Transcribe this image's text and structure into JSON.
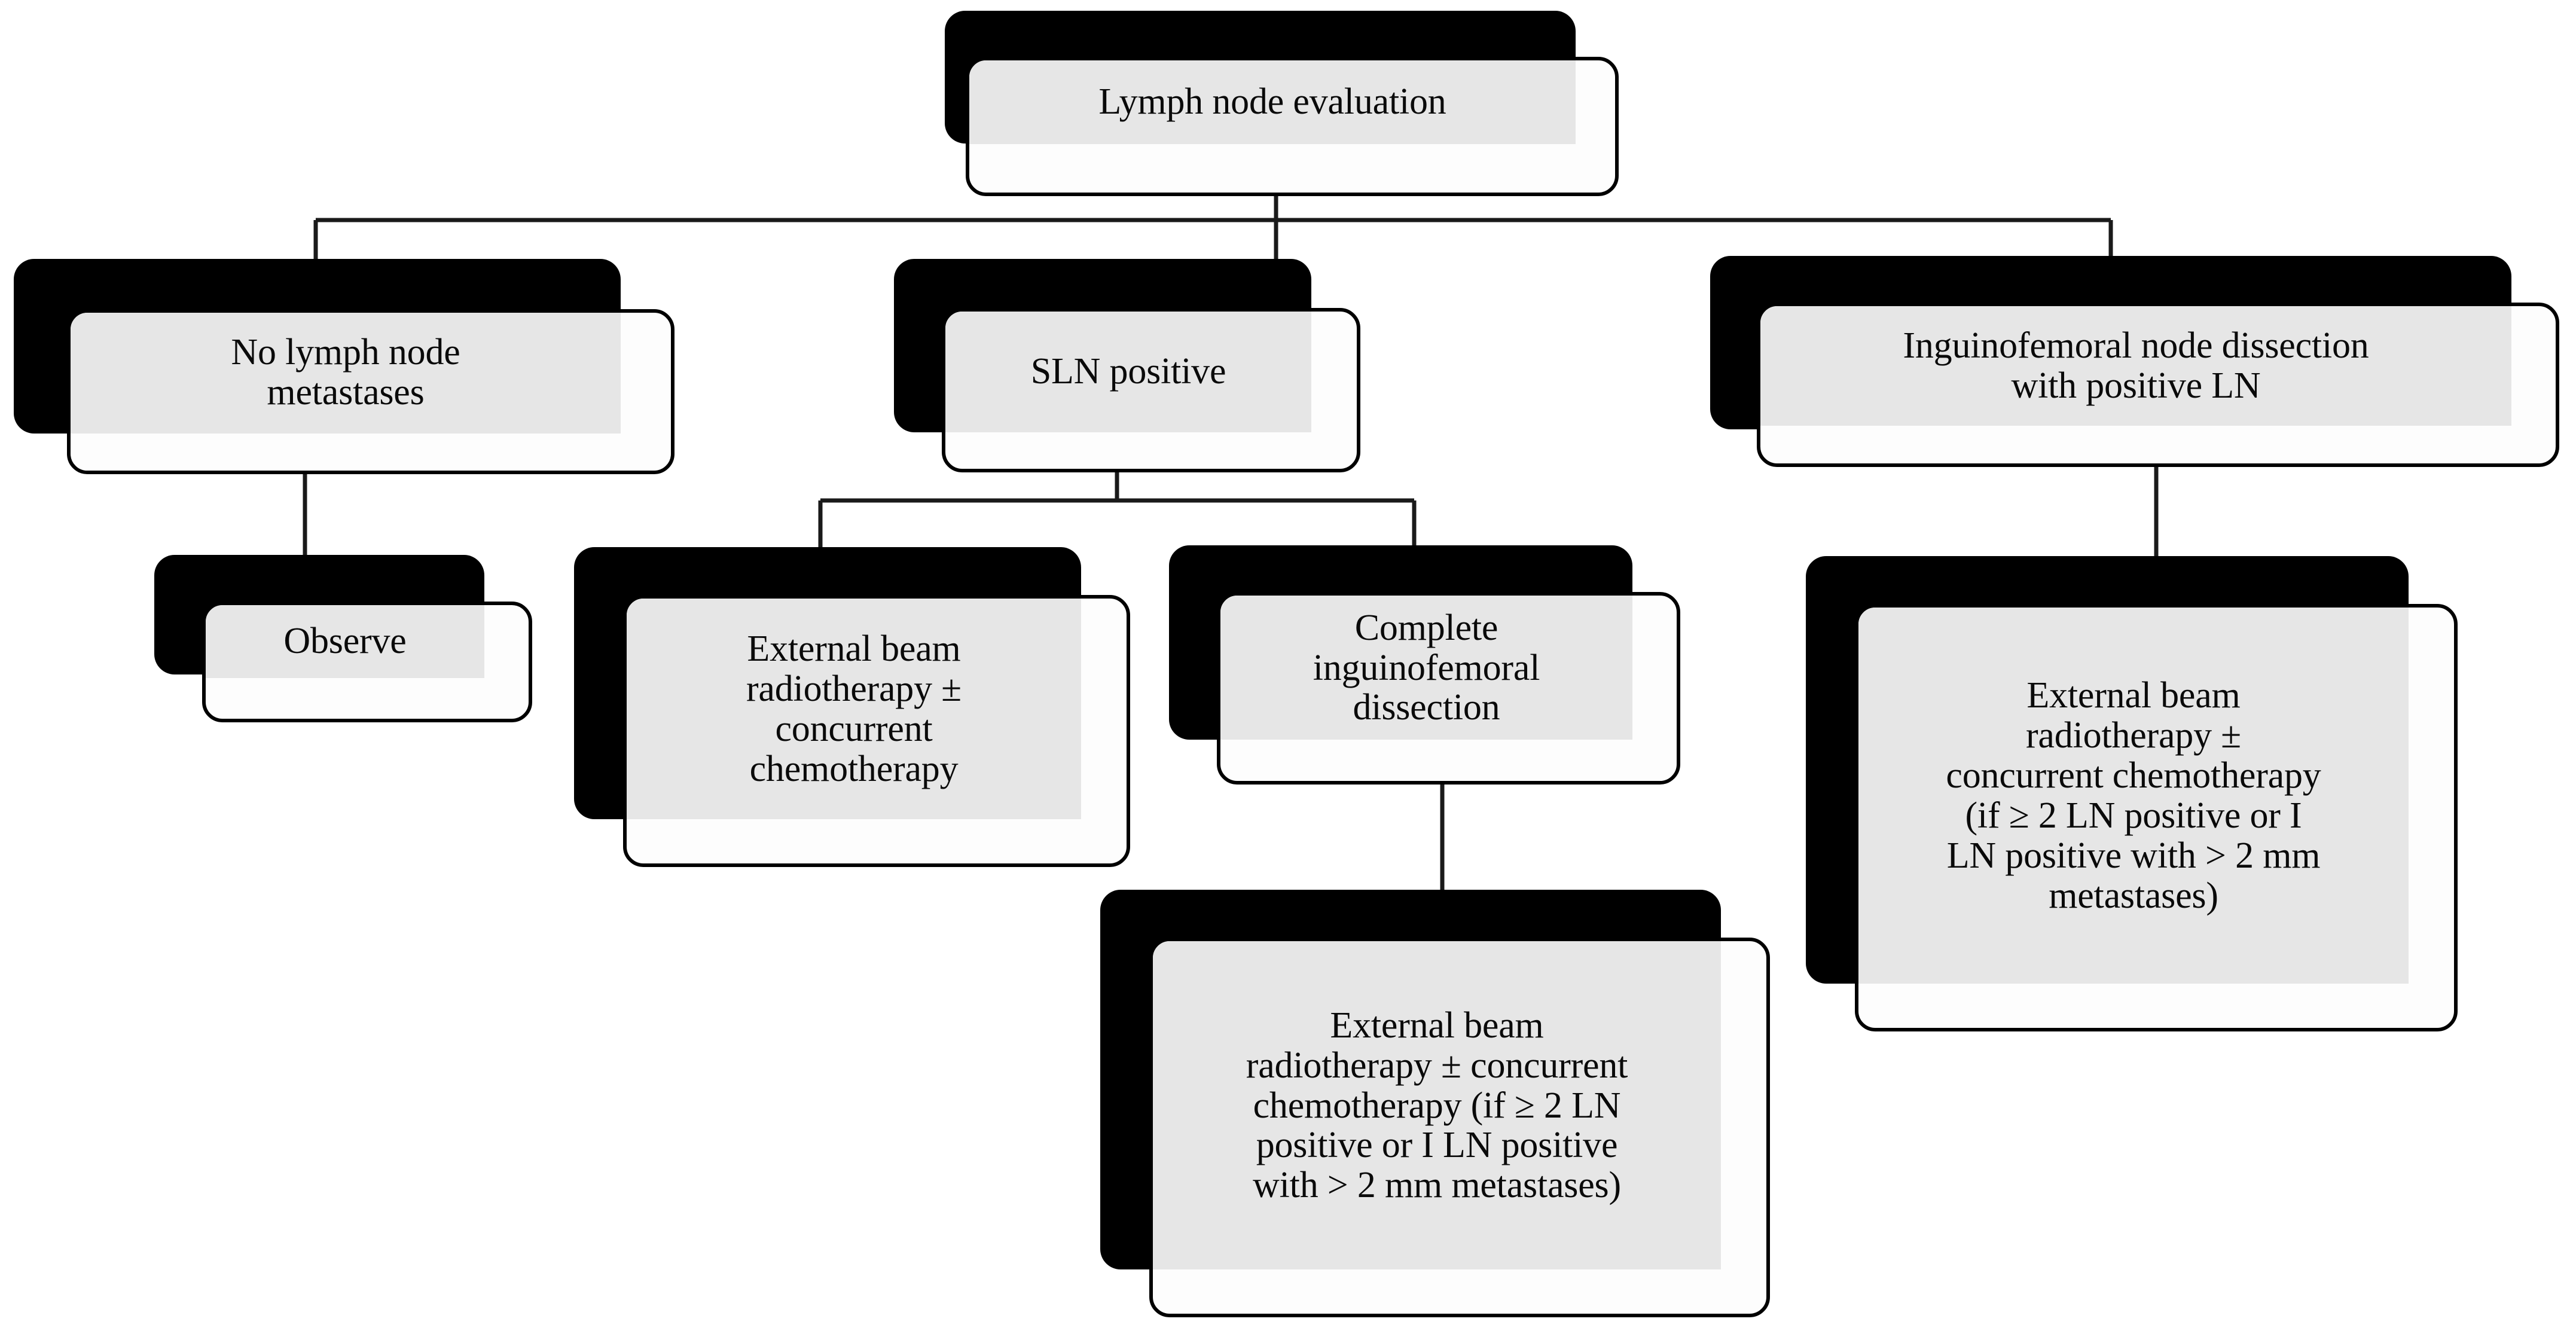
{
  "diagram": {
    "title": "Lymph node evaluation",
    "type": "flowchart",
    "orientation": "top-down",
    "colors": {
      "card_fill": "#fdfdfd",
      "inner_fill": "#e6e6e6",
      "shadow": "#000000",
      "outline": "#000000",
      "connector": "#1a1a1a",
      "text": "#0a0a0a",
      "background": "#ffffff"
    }
  },
  "nodes": {
    "root": {
      "id": "lymph-node-evaluation",
      "label": "Lymph node evaluation"
    },
    "branch_left": {
      "id": "no-lymph-node-metastases",
      "label": "No lymph node\nmetastases"
    },
    "branch_center": {
      "id": "sln-positive",
      "label": "SLN positive"
    },
    "branch_right": {
      "id": "inguinofemoral-node-dissection",
      "label": "Inguinofemoral node dissection\nwith positive LN"
    },
    "observe": {
      "id": "observe",
      "label": "Observe"
    },
    "ebrt_sln": {
      "id": "external-beam-radiotherapy-chemo",
      "label": "External beam\nradiotherapy ±\nconcurrent\nchemotherapy"
    },
    "complete_dissection": {
      "id": "complete-inguinofemoral-dissection",
      "label": "Complete\ninguinofemoral\ndissection"
    },
    "ebrt_after_dissection": {
      "id": "external-beam-radiotherapy-conditional-center",
      "label": "External beam\nradiotherapy ± concurrent\nchemotherapy (if ≥ 2 LN\npositive or I LN positive\nwith > 2 mm metastases)"
    },
    "ebrt_right": {
      "id": "external-beam-radiotherapy-conditional-right",
      "label": "External beam\nradiotherapy ±\nconcurrent chemotherapy\n(if ≥ 2 LN positive or I\nLN positive with > 2 mm\nmetastases)"
    }
  },
  "edges": [
    {
      "from": "root",
      "to": "branch_left"
    },
    {
      "from": "root",
      "to": "branch_center"
    },
    {
      "from": "root",
      "to": "branch_right"
    },
    {
      "from": "branch_left",
      "to": "observe"
    },
    {
      "from": "branch_center",
      "to": "ebrt_sln"
    },
    {
      "from": "branch_center",
      "to": "complete_dissection"
    },
    {
      "from": "complete_dissection",
      "to": "ebrt_after_dissection"
    },
    {
      "from": "branch_right",
      "to": "ebrt_right"
    }
  ]
}
